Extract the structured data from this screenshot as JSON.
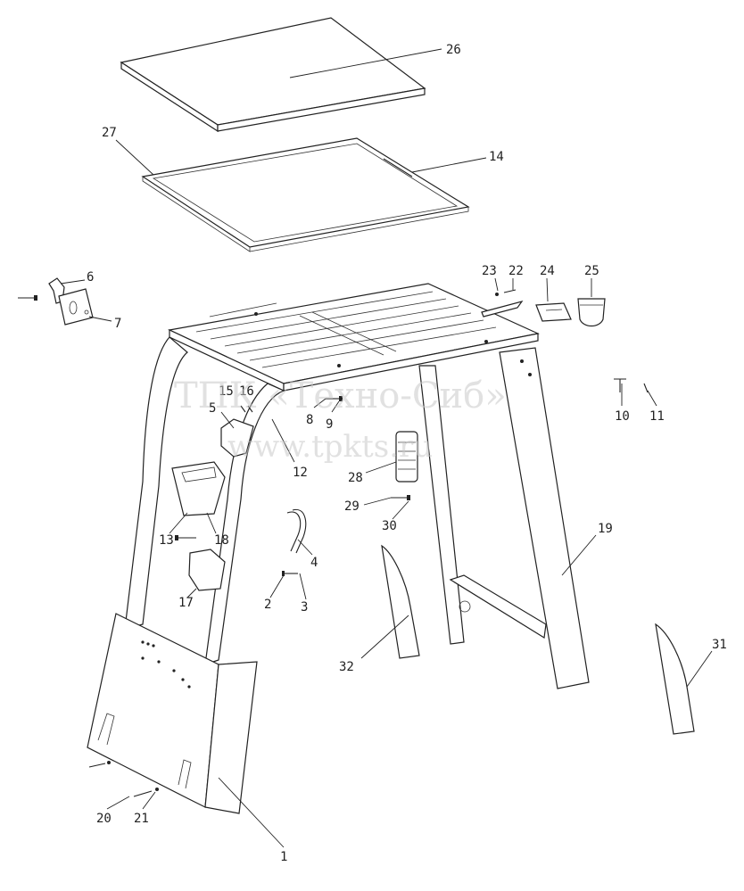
{
  "watermark": {
    "line1": "ТПК «Техно-Сиб»",
    "line2": "www.tpkts.ru"
  },
  "callouts": [
    "1",
    "2",
    "3",
    "4",
    "5",
    "6",
    "7",
    "8",
    "9",
    "10",
    "11",
    "12",
    "13",
    "14",
    "15",
    "16",
    "17",
    "18",
    "19",
    "20",
    "21",
    "22",
    "23",
    "24",
    "25",
    "26",
    "27",
    "28",
    "29",
    "30",
    "31",
    "32"
  ],
  "colors": {
    "ink": "#222222",
    "watermark": "#c8c8c8"
  }
}
